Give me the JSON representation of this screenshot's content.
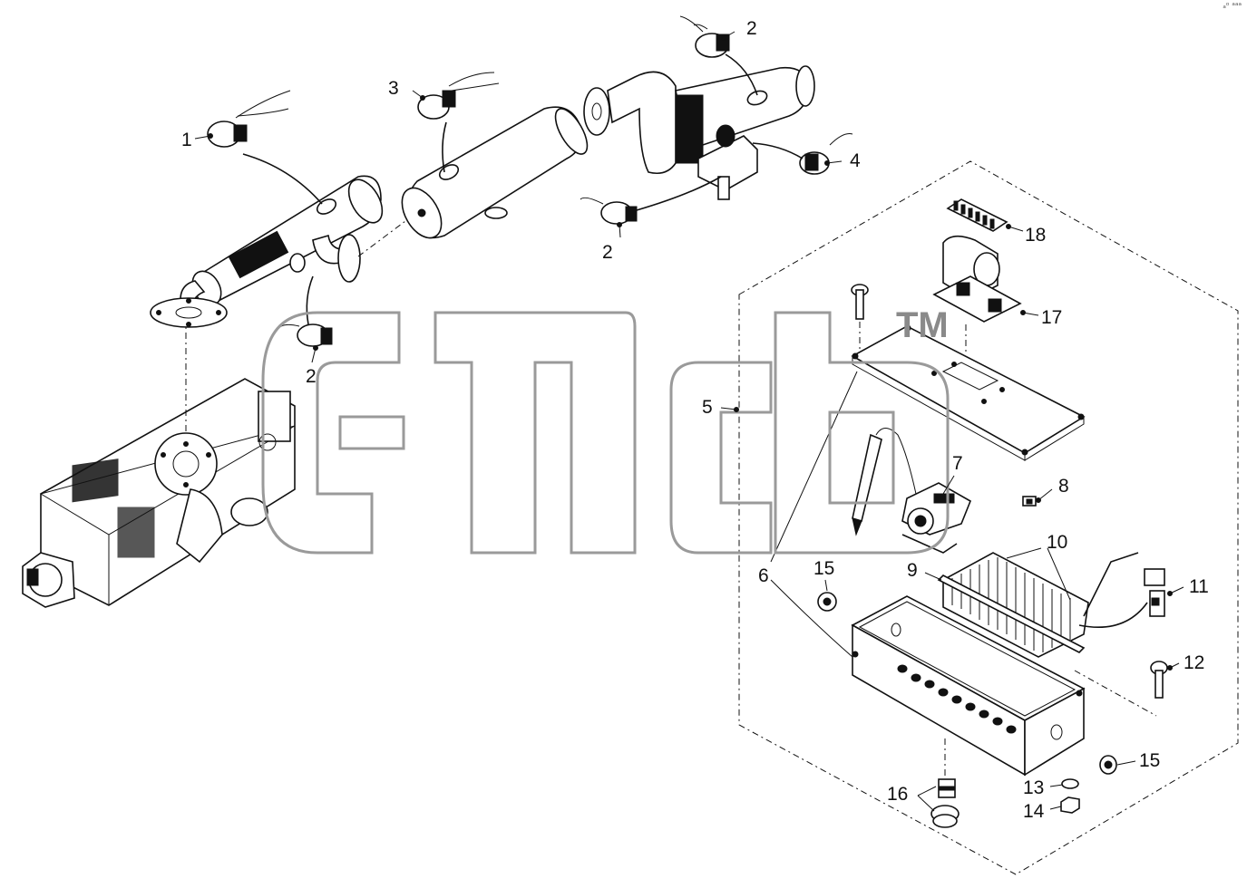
{
  "diagram": {
    "callouts": [
      {
        "id": "c1",
        "label": "1"
      },
      {
        "id": "c2a",
        "label": "2"
      },
      {
        "id": "c2b",
        "label": "2"
      },
      {
        "id": "c2c",
        "label": "2"
      },
      {
        "id": "c3",
        "label": "3"
      },
      {
        "id": "c4",
        "label": "4"
      },
      {
        "id": "c5",
        "label": "5"
      },
      {
        "id": "c6",
        "label": "6"
      },
      {
        "id": "c7",
        "label": "7"
      },
      {
        "id": "c8",
        "label": "8"
      },
      {
        "id": "c9",
        "label": "9"
      },
      {
        "id": "c10",
        "label": "10"
      },
      {
        "id": "c11",
        "label": "11"
      },
      {
        "id": "c12",
        "label": "12"
      },
      {
        "id": "c13",
        "label": "13"
      },
      {
        "id": "c14",
        "label": "14"
      },
      {
        "id": "c15a",
        "label": "15"
      },
      {
        "id": "c15b",
        "label": "15"
      },
      {
        "id": "c16",
        "label": "16"
      },
      {
        "id": "c17",
        "label": "17"
      },
      {
        "id": "c18",
        "label": "18"
      }
    ],
    "watermark": {
      "mark": "TM"
    },
    "corner_mark": "ₐᵒ ᵃᵃᵃ"
  }
}
